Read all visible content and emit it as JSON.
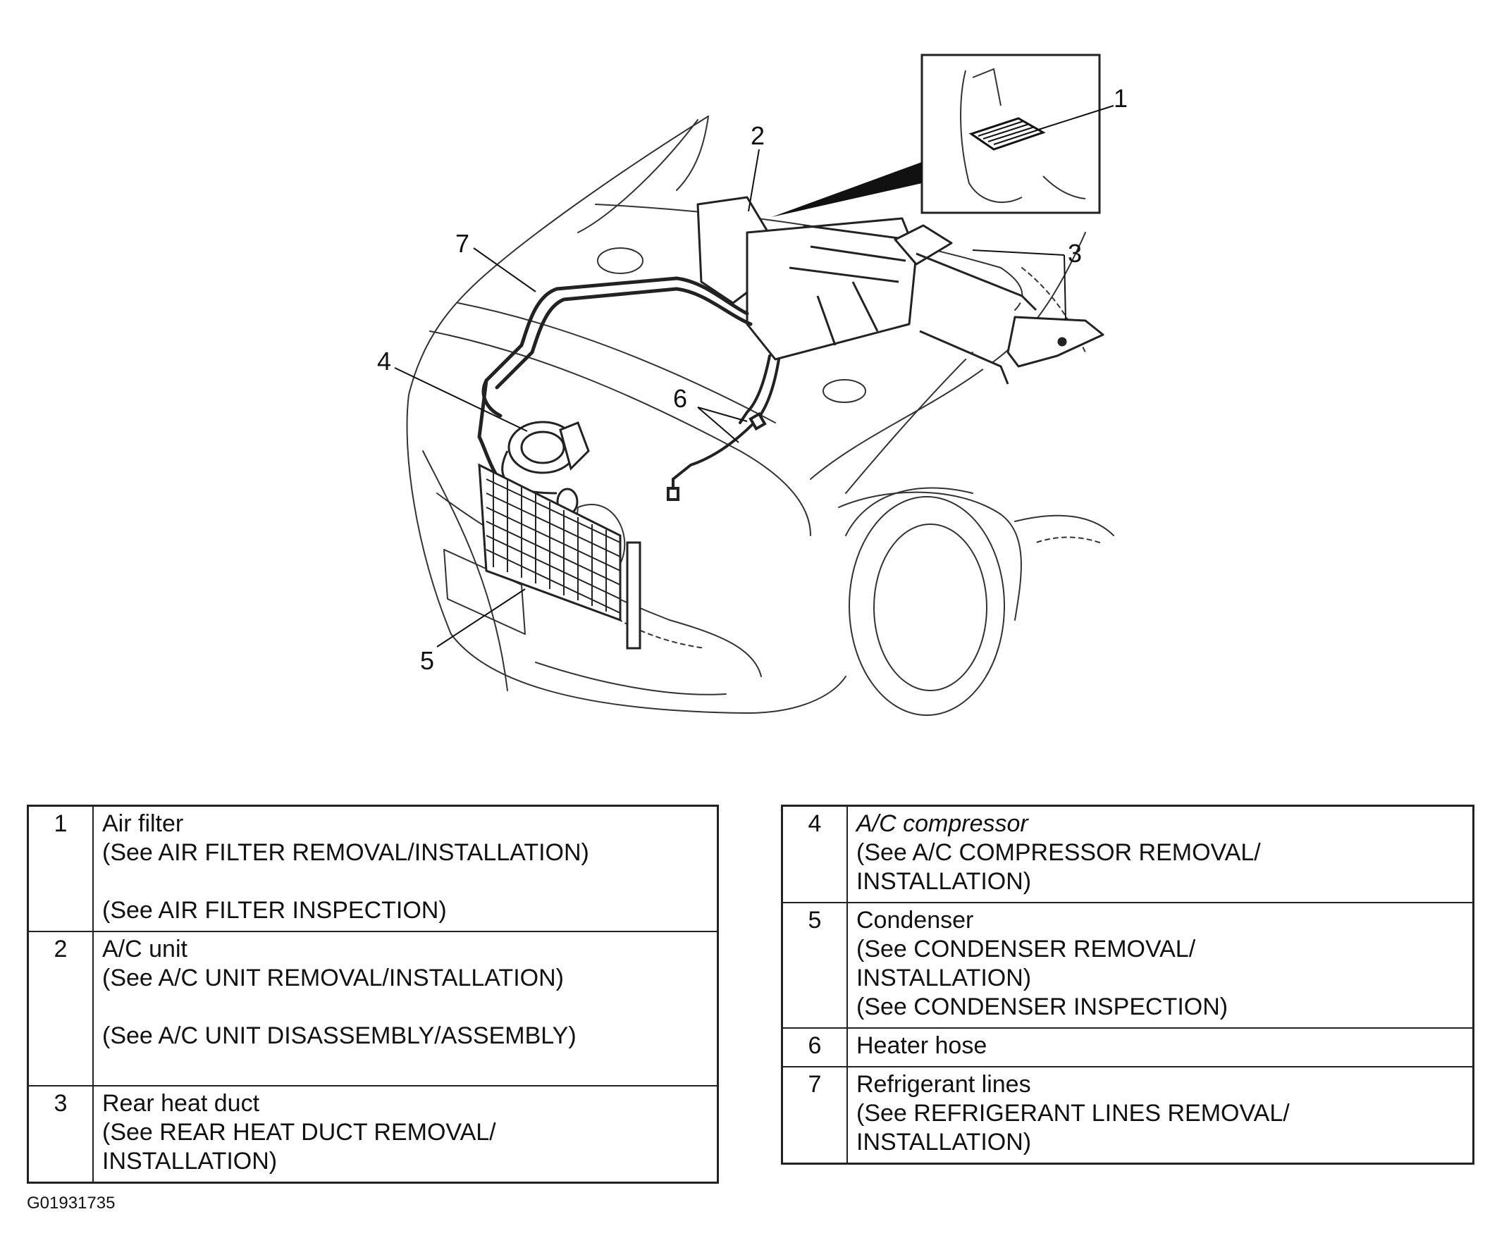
{
  "diagram": {
    "callouts": [
      "1",
      "2",
      "3",
      "4",
      "5",
      "6",
      "7"
    ]
  },
  "legend": {
    "left": [
      {
        "num": "1",
        "name": "Air filter",
        "lines": [
          "(See AIR FILTER REMOVAL/INSTALLATION)",
          "",
          "(See AIR FILTER INSPECTION)"
        ]
      },
      {
        "num": "2",
        "name": "A/C unit",
        "lines": [
          "(See A/C UNIT REMOVAL/INSTALLATION)",
          "",
          "(See A/C UNIT DISASSEMBLY/ASSEMBLY)"
        ]
      },
      {
        "num": "3",
        "name": "Rear heat duct",
        "lines": [
          "(See REAR HEAT DUCT REMOVAL/",
          "INSTALLATION)"
        ]
      }
    ],
    "right": [
      {
        "num": "4",
        "name": "A/C compressor",
        "lines": [
          "(See A/C COMPRESSOR REMOVAL/",
          "INSTALLATION)"
        ]
      },
      {
        "num": "5",
        "name": "Condenser",
        "lines": [
          "(See CONDENSER REMOVAL/",
          "INSTALLATION)",
          "(See CONDENSER INSPECTION)"
        ]
      },
      {
        "num": "6",
        "name": "Heater hose",
        "lines": []
      },
      {
        "num": "7",
        "name": "Refrigerant lines",
        "lines": [
          "(See REFRIGERANT LINES REMOVAL/",
          "INSTALLATION)"
        ]
      }
    ]
  },
  "figure_id": "G01931735"
}
